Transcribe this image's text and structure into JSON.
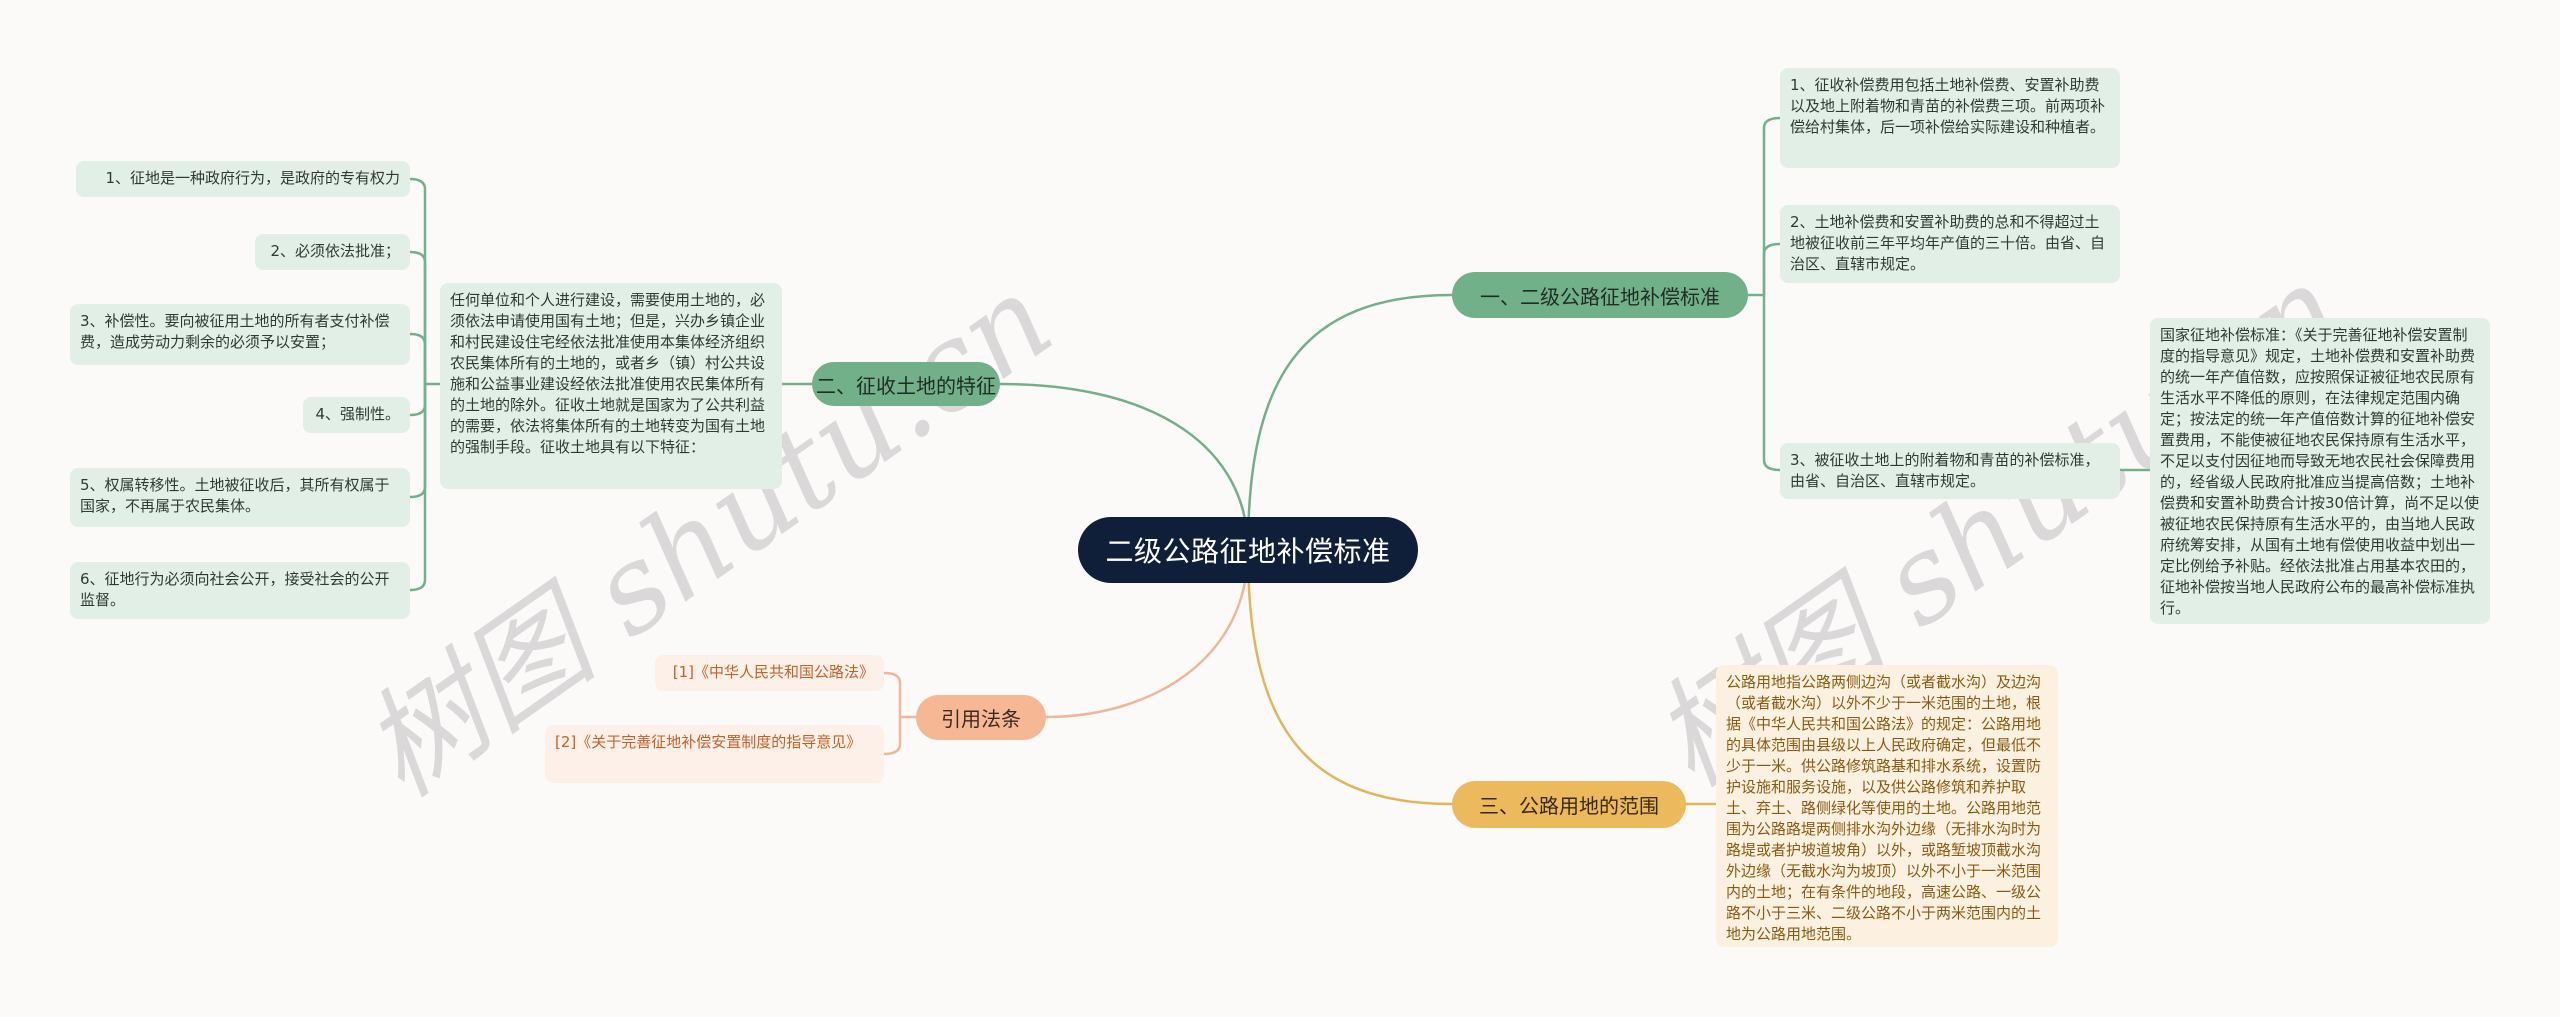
{
  "root": {
    "label": "二级公路征地补偿标准"
  },
  "branches": [
    {
      "id": "b1",
      "label": "一、二级公路征地补偿标准",
      "color": "#72b08a",
      "children": [
        {
          "label": "1、征收补偿费用包括土地补偿费、安置补助费以及地上附着物和青苗的补偿费三项。前两项补偿给村集体，后一项补偿给实际建设和种植者。"
        },
        {
          "label": "2、土地补偿费和安置补助费的总和不得超过土地被征收前三年平均年产值的三十倍。由省、自治区、直辖市规定。"
        },
        {
          "label": "3、被征收土地上的附着物和青苗的补偿标准，由省、自治区、直辖市规定。",
          "child": {
            "label": "国家征地补偿标准：《关于完善征地补偿安置制度的指导意见》规定，土地补偿费和安置补助费的统一年产值倍数，应按照保证被征地农民原有生活水平不降低的原则，在法律规定范围内确定；按法定的统一年产值倍数计算的征地补偿安置费用，不能使被征地农民保持原有生活水平，不足以支付因征地而导致无地农民社会保障费用的，经省级人民政府批准应当提高倍数；土地补偿费和安置补助费合计按30倍计算，尚不足以使被征地农民保持原有生活水平的，由当地人民政府统筹安排，从国有土地有偿使用收益中划出一定比例给予补贴。经依法批准占用基本农田的，征地补偿按当地人民政府公布的最高补偿标准执行。"
          }
        }
      ]
    },
    {
      "id": "b2",
      "label": "二、征收土地的特征",
      "color": "#72b08a",
      "description": "任何单位和个人进行建设，需要使用土地的，必须依法申请使用国有土地；但是，兴办乡镇企业和村民建设住宅经依法批准使用本集体经济组织农民集体所有的土地的，或者乡（镇）村公共设施和公益事业建设经依法批准使用农民集体所有的土地的除外。征收土地就是国家为了公共利益的需要，依法将集体所有的土地转变为国有土地的强制手段。征收土地具有以下特征：",
      "children": [
        {
          "label": "1、征地是一种政府行为，是政府的专有权力"
        },
        {
          "label": "2、必须依法批准；"
        },
        {
          "label": "3、补偿性。要向被征用土地的所有者支付补偿费，造成劳动力剩余的必须予以安置；"
        },
        {
          "label": "4、强制性。"
        },
        {
          "label": "5、权属转移性。土地被征收后，其所有权属于国家，不再属于农民集体。"
        },
        {
          "label": "6、征地行为必须向社会公开，接受社会的公开监督。"
        }
      ]
    },
    {
      "id": "b3",
      "label": "引用法条",
      "color": "#f6b894",
      "children": [
        {
          "label": "[1]《中华人民共和国公路法》"
        },
        {
          "label": "[2]《关于完善征地补偿安置制度的指导意见》"
        }
      ]
    },
    {
      "id": "b4",
      "label": "三、公路用地的范围",
      "color": "#ecb95c",
      "children": [
        {
          "label": "公路用地指公路两侧边沟（或者截水沟）及边沟（或者截水沟）以外不少于一米范围的土地，根据《中华人民共和国公路法》的规定：公路用地的具体范围由县级以上人民政府确定，但最低不少于一米。供公路修筑路基和排水系统，设置防护设施和服务设施，以及供公路修筑和养护取土、弃土、路侧绿化等使用的土地。公路用地范围为公路路堤两侧排水沟外边缘（无排水沟时为路堤或者护坡道坡角）以外，或路堑坡顶截水沟外边缘（无截水沟为坡顶）以外不小于一米范围内的土地；在有条件的地段，高速公路、一级公路不小于三米、二级公路不小于两米范围内的土地为公路用地范围。"
        }
      ]
    }
  ],
  "watermarks": [
    "树图 shutu.cn",
    "树图 shutu.cn"
  ],
  "colors": {
    "background": "#fcfaf9",
    "root": "#0f1f3a",
    "green_branch": "#72b08a",
    "green_leaf": "#e2efe6",
    "peach_branch": "#f6b894",
    "peach_leaf": "#fdf0e8",
    "gold_branch": "#ecb95c",
    "gold_leaf": "#fcf1e0"
  }
}
